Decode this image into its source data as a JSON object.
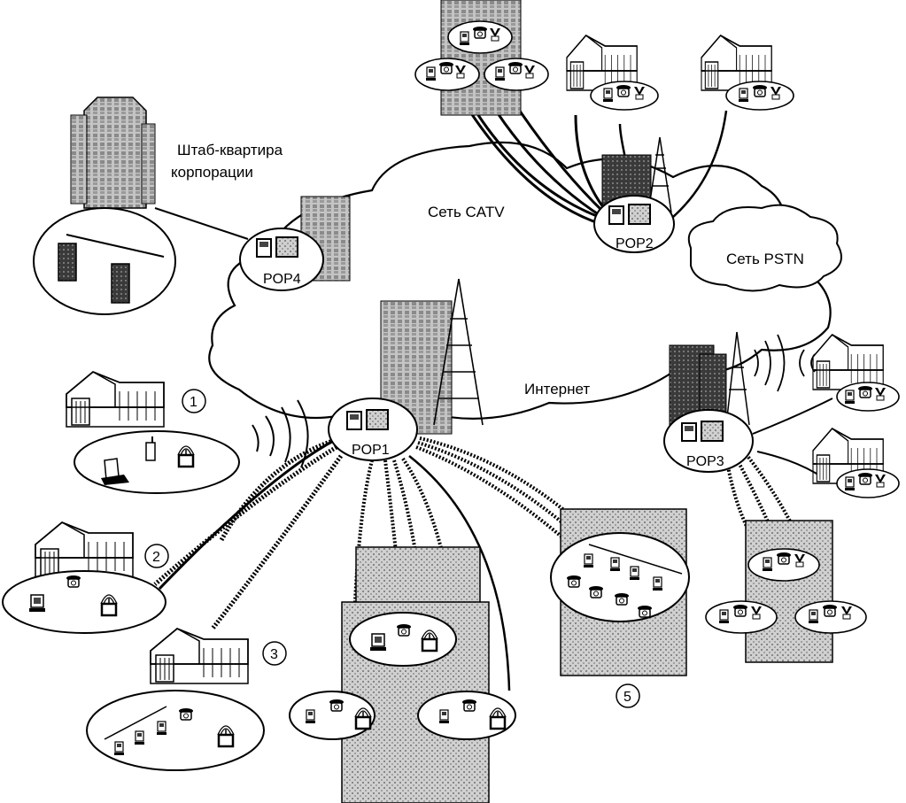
{
  "labels": {
    "hq_line1": "Штаб-квартира",
    "hq_line2": "корпорации",
    "catv": "Сеть CATV",
    "pstn": "Сеть PSTN",
    "internet": "Интернет"
  },
  "pops": {
    "pop1": "POP1",
    "pop2": "POP2",
    "pop3": "POP3",
    "pop4": "POP4"
  },
  "numbers": {
    "n1": "1",
    "n2": "2",
    "n3": "3",
    "n5": "5"
  },
  "icons": {
    "building": "office-building",
    "house": "house",
    "tower": "radio-tower",
    "phone": "telephone",
    "computer": "computer",
    "tv": "television",
    "server": "server",
    "router": "pop-switch"
  },
  "colors": {
    "ink": "#000000",
    "building_fill": "#b5b5b5",
    "paper": "#ffffff"
  }
}
